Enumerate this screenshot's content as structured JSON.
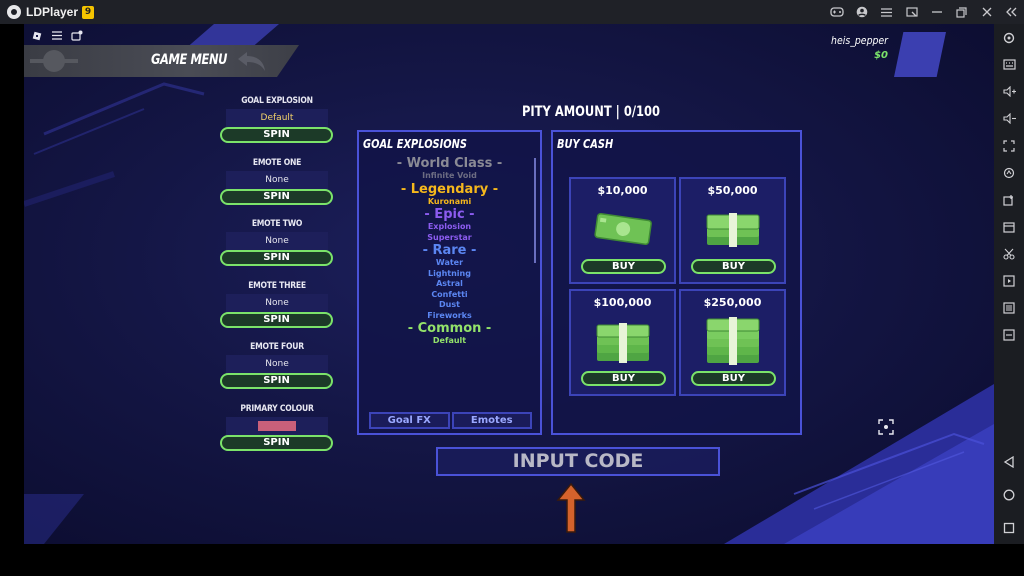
{
  "emulator": {
    "name": "LDPlayer",
    "version_badge": "9",
    "titlebar_icons": [
      "gamepad-icon",
      "account-icon",
      "menu-icon",
      "fullscreen-exit-icon",
      "minimize-icon",
      "restore-icon",
      "close-icon",
      "collapse-icon"
    ],
    "sidebar_icons": [
      "settings-icon",
      "keyboard-icon",
      "volume-up-icon",
      "volume-down-icon",
      "screen-resize-icon",
      "rotate-icon",
      "add-app-icon",
      "apk-icon",
      "scissors-icon",
      "video-icon",
      "multi-instance-icon",
      "more-icon"
    ],
    "nav_icons": [
      "back-icon",
      "home-icon",
      "recent-icon"
    ]
  },
  "game": {
    "menu_title": "GAME MENU",
    "player": {
      "name": "heis_pepper",
      "cash": "$0"
    },
    "pity": "PITY AMOUNT | 0/100",
    "menu": [
      {
        "label": "GOAL EXPLOSION",
        "value": "Default",
        "button": "SPIN"
      },
      {
        "label": "EMOTE ONE",
        "value": "None",
        "button": "SPIN"
      },
      {
        "label": "EMOTE TWO",
        "value": "None",
        "button": "SPIN"
      },
      {
        "label": "EMOTE THREE",
        "value": "None",
        "button": "SPIN"
      },
      {
        "label": "EMOTE FOUR",
        "value": "None",
        "button": "SPIN"
      },
      {
        "label": "PRIMARY COLOUR",
        "swatch_color": "#c9607a",
        "button": "SPIN"
      }
    ],
    "goal_panel": {
      "title": "GOAL EXPLOSIONS",
      "tiers": [
        {
          "name": "- World Class -",
          "color": "#8a8a95",
          "items": [
            "Infinite Void"
          ]
        },
        {
          "name": "- Legendary -",
          "color": "#f5b81c",
          "items": [
            "Kuronami"
          ]
        },
        {
          "name": "- Epic -",
          "color": "#8c5cf0",
          "items": [
            "Explosion",
            "Superstar"
          ]
        },
        {
          "name": "- Rare -",
          "color": "#5b86f2",
          "items": [
            "Water",
            "Lightning",
            "Astral",
            "Confetti",
            "Dust",
            "Fireworks"
          ]
        },
        {
          "name": "- Common -",
          "color": "#93e26a",
          "items": [
            "Default"
          ]
        }
      ],
      "tabs": [
        "Goal FX",
        "Emotes"
      ]
    },
    "cash_panel": {
      "title": "BUY CASH",
      "packs": [
        {
          "amount": "$10,000",
          "button": "BUY"
        },
        {
          "amount": "$50,000",
          "button": "BUY"
        },
        {
          "amount": "$100,000",
          "button": "BUY"
        },
        {
          "amount": "$250,000",
          "button": "BUY"
        }
      ]
    },
    "input_code": "INPUT CODE"
  },
  "colors": {
    "accent_green": "#7be36a",
    "panel_border": "#4a52d8",
    "arrow": "#d4622c"
  }
}
